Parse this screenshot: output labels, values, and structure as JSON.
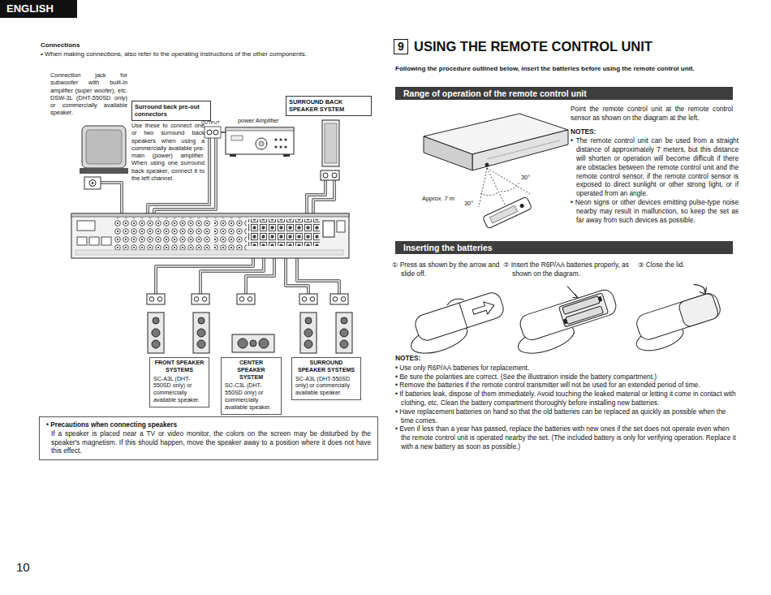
{
  "diagram": {
    "title": "USING THE REMOTE CONTROL UNIT",
    "nodes": [
      {
        "text": [
          "ENGLISH"
        ]
      },
      {
        "text": [
          "Surround back pre-out connectors"
        ]
      },
      {
        "text": [
          "SURROUND BACK SPEAKER SYSTEM"
        ]
      },
      {
        "text": [
          "FRONT SPEAKER SYSTEMS",
          "SC-A3L (DHT-550SD only) or commercially available speaker."
        ]
      },
      {
        "text": [
          "CENTER SPEAKER SYSTEM",
          "SC-C3L (DHT-550SD only) or commercially available speaker."
        ]
      },
      {
        "text": [
          "SURROUND SPEAKER SYSTEMS",
          "SC-A3L (DHT-550SD only) or commercially available speaker."
        ]
      },
      {
        "text": [
          "• Precautions when connecting speakers",
          "If a speaker is placed near a TV or video monitor, the colors on the screen may be disturbed by the speaker's magnetism. If this should happen, move the speaker away to a position where it does not have this effect."
        ]
      },
      {
        "text": [
          "9"
        ]
      },
      {
        "text": [
          "Range of operation of the remote control unit"
        ]
      },
      {
        "text": [
          "Inserting the batteries"
        ]
      }
    ],
    "labels": [
      "Connections",
      "• When making connections, also refer to the operating instructions of the other components.",
      "Connection jack for subwoofer with built-in amplifier (super woofer), etc. DSW-3L (DHT-550SD only) or commercially available speaker.",
      "Use these to connect one or two surround back speakers when using a commercially available pre-main (power) amplifier. When using one surround back speaker, connect it to the left channel.",
      "OUTPUT",
      "power Amplifier",
      "Following the procedure outlined below, insert the batteries before using the remote control unit.",
      "Point the remote control unit at the remote control sensor as shown on the diagram at the left.",
      "NOTES:",
      "• The remote control unit can be used from a straight distance of approximately 7 meters, but this distance will shorten or operation will become difficult if there are obstacles between the remote control unit and the remote control sensor, if the remote control sensor is exposed to direct sunlight or other strong light, or if operated from an angle.",
      "• Neon signs or other devices emitting pulse-type noise nearby may result in malfunction, so keep the set as far away from such devices as possible.",
      "Approx. 7 m",
      "30°",
      "30°",
      "① Press as shown by the arrow and slide off.",
      "② Insert the R6P/AA batteries properly, as shown on the diagram.",
      "③ Close the lid.",
      "NOTES:",
      "• Use only R6P/AA batteries for replacement.",
      "• Be sure the polarities are correct. (See the illustration inside the battery compartment.)",
      "• Remove the batteries if the remote control transmitter will not be used for an extended period of time.",
      "• If batteries leak, dispose of them immediately. Avoid touching the leaked material or letting it come in contact with clothing, etc. Clean the battery compartment thoroughly before installing new batteries.",
      "• Have replacement batteries on hand so that the old batteries can be replaced as quickly as possible when the time comes.",
      "• Even if less than a year has passed, replace the batteries with new ones if the set does not operate even when the remote control unit is operated nearby the set. (The included battery is only for verifying operation. Replace it with a new battery as soon as possible.)",
      "10"
    ]
  }
}
